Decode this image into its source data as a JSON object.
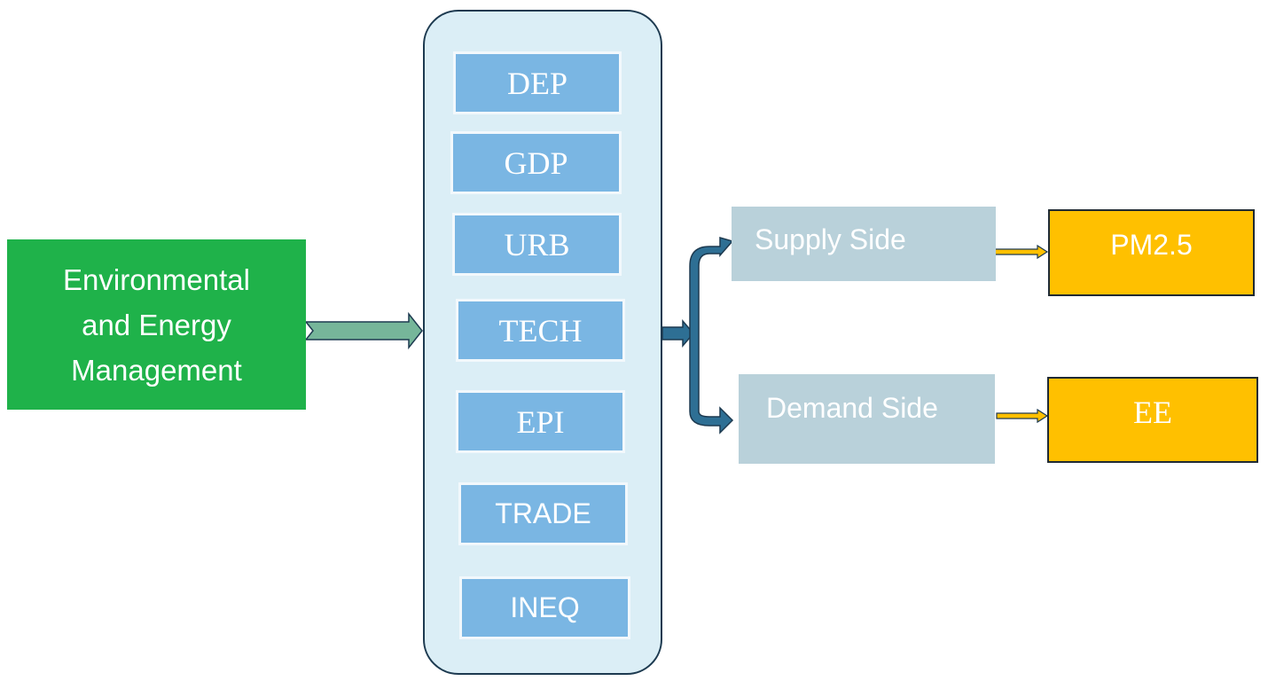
{
  "source": {
    "lines": [
      "Environmental",
      "and Energy",
      "Management"
    ]
  },
  "variables": [
    {
      "label": "DEP"
    },
    {
      "label": "GDP"
    },
    {
      "label": "URB"
    },
    {
      "label": "TECH"
    },
    {
      "label": "EPI"
    },
    {
      "label": "TRADE"
    },
    {
      "label": "INEQ"
    }
  ],
  "sides": {
    "supply": "Supply Side",
    "demand": "Demand Side"
  },
  "outcomes": {
    "pm25": "PM2.5",
    "ee": "EE"
  },
  "colors": {
    "source_fill": "#1fb24a",
    "variable_fill": "#7ab6e3",
    "container_fill": "#dbeef6",
    "side_fill": "#b9d1da",
    "outcome_fill": "#ffc000",
    "branch_arrow": "#2e6f94",
    "input_arrow": "#76b69a"
  }
}
